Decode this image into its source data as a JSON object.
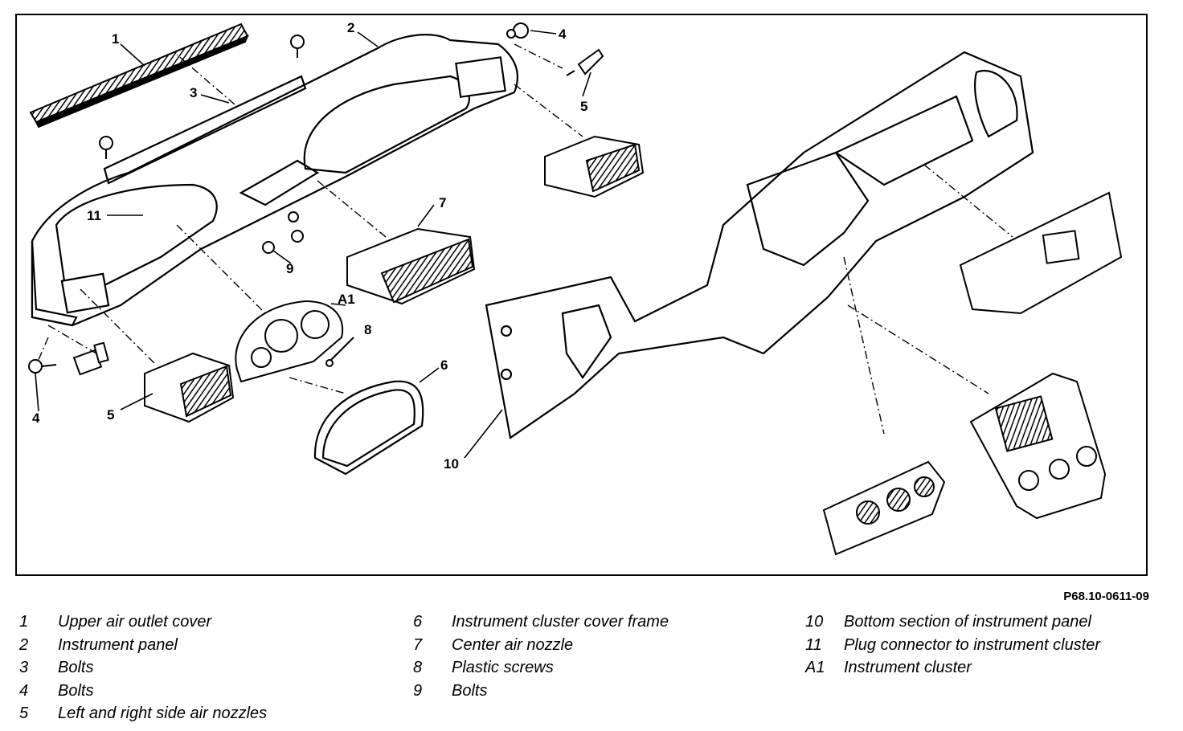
{
  "figure_code": "P68.10-0611-09",
  "callouts": [
    "1",
    "2",
    "3",
    "4",
    "4",
    "5",
    "5",
    "6",
    "7",
    "8",
    "9",
    "10",
    "11",
    "A1"
  ],
  "legend": {
    "col1": [
      {
        "num": "1",
        "text": "Upper air outlet cover"
      },
      {
        "num": "2",
        "text": "Instrument panel"
      },
      {
        "num": "3",
        "text": "Bolts"
      },
      {
        "num": "4",
        "text": "Bolts"
      },
      {
        "num": "5",
        "text": "Left and right side air nozzles"
      }
    ],
    "col2": [
      {
        "num": "6",
        "text": "Instrument cluster cover frame"
      },
      {
        "num": "7",
        "text": "Center air nozzle"
      },
      {
        "num": "8",
        "text": "Plastic screws"
      },
      {
        "num": "9",
        "text": "Bolts"
      }
    ],
    "col3": [
      {
        "num": "10",
        "text": "Bottom section of instrument panel"
      },
      {
        "num": "11",
        "text": "Plug connector to instrument cluster"
      },
      {
        "num": "A1",
        "text": "Instrument cluster"
      }
    ]
  },
  "colors": {
    "ink": "#000000",
    "paper": "#ffffff",
    "shade": "#e6e6e6"
  }
}
